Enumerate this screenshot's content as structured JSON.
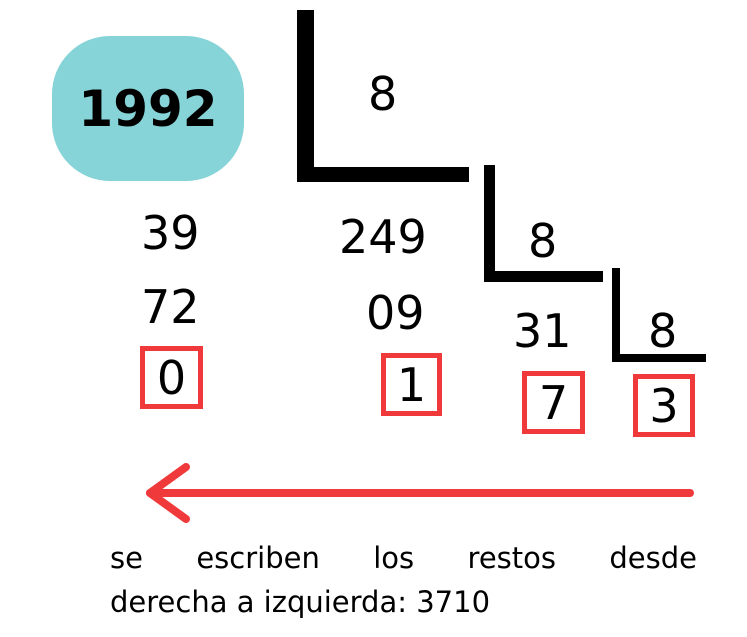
{
  "colors": {
    "pill": "#86d4d8",
    "remainder_box": "#f0393a",
    "arrow": "#f0393a",
    "bracket": "#000000",
    "text": "#000000"
  },
  "division": {
    "dividend": "1992",
    "divisor": "8",
    "partials": [
      "39",
      "72"
    ],
    "remainder": "0"
  },
  "step2": {
    "quotient": "249",
    "divisor": "8",
    "partial": "09",
    "remainder": "1"
  },
  "step3": {
    "quotient": "31",
    "divisor": "8",
    "remainder": "7"
  },
  "step4": {
    "quotient": "3"
  },
  "arrow": {
    "direction": "left",
    "icon": "left-arrow-icon"
  },
  "caption": {
    "line1": "se escriben los restos desde",
    "line2": "derecha a izquierda: 3710"
  }
}
